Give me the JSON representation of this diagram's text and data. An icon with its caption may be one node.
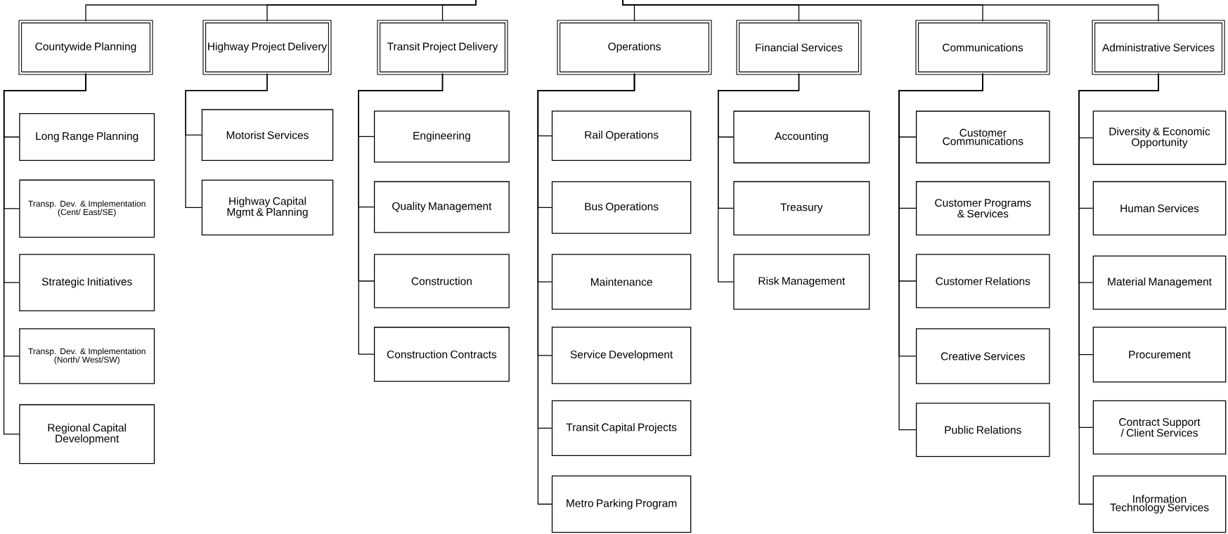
{
  "diagram": {
    "nodes": [
      {
        "text": [
          "Countywide Planning"
        ]
      },
      {
        "text": [
          "Highway Project Delivery"
        ]
      },
      {
        "text": [
          "Transit Project Delivery"
        ]
      },
      {
        "text": [
          "Operations"
        ]
      },
      {
        "text": [
          "Financial Services"
        ]
      },
      {
        "text": [
          "Communications"
        ]
      },
      {
        "text": [
          "Administrative Services"
        ]
      },
      {
        "text": [
          "Long Range Planning"
        ]
      },
      {
        "text": [
          "Transp. Dev. & Implementation (Cent/ East/SE)"
        ]
      },
      {
        "text": [
          "Strategic Initiatives"
        ]
      },
      {
        "text": [
          "Transp. Dev. & Implementation (North/ West/SW)"
        ]
      },
      {
        "text": [
          "Regional Capital Development"
        ]
      },
      {
        "text": [
          "Motorist Services"
        ]
      },
      {
        "text": [
          "Highway Capital Mgmt & Planning"
        ]
      },
      {
        "text": [
          "Engineering"
        ]
      },
      {
        "text": [
          "Quality Management"
        ]
      },
      {
        "text": [
          "Construction"
        ]
      },
      {
        "text": [
          "Construction Contracts"
        ]
      },
      {
        "text": [
          "Rail Operations"
        ]
      },
      {
        "text": [
          "Bus Operations"
        ]
      },
      {
        "text": [
          "Maintenance"
        ]
      },
      {
        "text": [
          "Service Development"
        ]
      },
      {
        "text": [
          "Transit Capital Projects"
        ]
      },
      {
        "text": [
          "Metro Parking Program"
        ]
      },
      {
        "text": [
          "Accounting"
        ]
      },
      {
        "text": [
          "Treasury"
        ]
      },
      {
        "text": [
          "Risk Management"
        ]
      },
      {
        "text": [
          "Customer Communications"
        ]
      },
      {
        "text": [
          "Customer Programs & Services"
        ]
      },
      {
        "text": [
          "Customer Relations"
        ]
      },
      {
        "text": [
          "Creative Services"
        ]
      },
      {
        "text": [
          "Public Relations"
        ]
      },
      {
        "text": [
          "Diversity & Economic Opportunity"
        ]
      },
      {
        "text": [
          "Human Services"
        ]
      },
      {
        "text": [
          "Material Management"
        ]
      },
      {
        "text": [
          "Procurement"
        ]
      },
      {
        "text": [
          "Contract Support / Client Services"
        ]
      },
      {
        "text": [
          "Information Technology Services"
        ]
      }
    ],
    "edges": [
      {
        "from": null,
        "to": 0,
        "arrow": "none"
      },
      {
        "from": null,
        "to": 1,
        "arrow": "none"
      },
      {
        "from": null,
        "to": 2,
        "arrow": "none"
      },
      {
        "from": null,
        "to": 3,
        "arrow": "none"
      },
      {
        "from": null,
        "to": 4,
        "arrow": "none"
      },
      {
        "from": null,
        "to": 5,
        "arrow": "none"
      },
      {
        "from": null,
        "to": 6,
        "arrow": "none"
      },
      {
        "from": 0,
        "to": 7,
        "arrow": "none"
      },
      {
        "from": 0,
        "to": 8,
        "arrow": "none"
      },
      {
        "from": 0,
        "to": 9,
        "arrow": "none"
      },
      {
        "from": 0,
        "to": 10,
        "arrow": "none"
      },
      {
        "from": 0,
        "to": 11,
        "arrow": "none"
      },
      {
        "from": 1,
        "to": 12,
        "arrow": "none"
      },
      {
        "from": 1,
        "to": 13,
        "arrow": "none"
      },
      {
        "from": 2,
        "to": 14,
        "arrow": "none"
      },
      {
        "from": 2,
        "to": 15,
        "arrow": "none"
      },
      {
        "from": 2,
        "to": 16,
        "arrow": "none"
      },
      {
        "from": 2,
        "to": 17,
        "arrow": "none"
      },
      {
        "from": 3,
        "to": 18,
        "arrow": "none"
      },
      {
        "from": 3,
        "to": 19,
        "arrow": "none"
      },
      {
        "from": 3,
        "to": 20,
        "arrow": "none"
      },
      {
        "from": 3,
        "to": 21,
        "arrow": "none"
      },
      {
        "from": 3,
        "to": 22,
        "arrow": "none"
      },
      {
        "from": 3,
        "to": 23,
        "arrow": "none"
      },
      {
        "from": 4,
        "to": 24,
        "arrow": "none"
      },
      {
        "from": 4,
        "to": 25,
        "arrow": "none"
      },
      {
        "from": 4,
        "to": 26,
        "arrow": "none"
      },
      {
        "from": 5,
        "to": 27,
        "arrow": "none"
      },
      {
        "from": 5,
        "to": 28,
        "arrow": "none"
      },
      {
        "from": 5,
        "to": 29,
        "arrow": "none"
      },
      {
        "from": 5,
        "to": 30,
        "arrow": "none"
      },
      {
        "from": 5,
        "to": 31,
        "arrow": "none"
      },
      {
        "from": 6,
        "to": 32,
        "arrow": "none"
      },
      {
        "from": 6,
        "to": 33,
        "arrow": "none"
      },
      {
        "from": 6,
        "to": 34,
        "arrow": "none"
      },
      {
        "from": 6,
        "to": 35,
        "arrow": "none"
      },
      {
        "from": 6,
        "to": 36,
        "arrow": "none"
      },
      {
        "from": 6,
        "to": 37,
        "arrow": "none"
      }
    ]
  }
}
